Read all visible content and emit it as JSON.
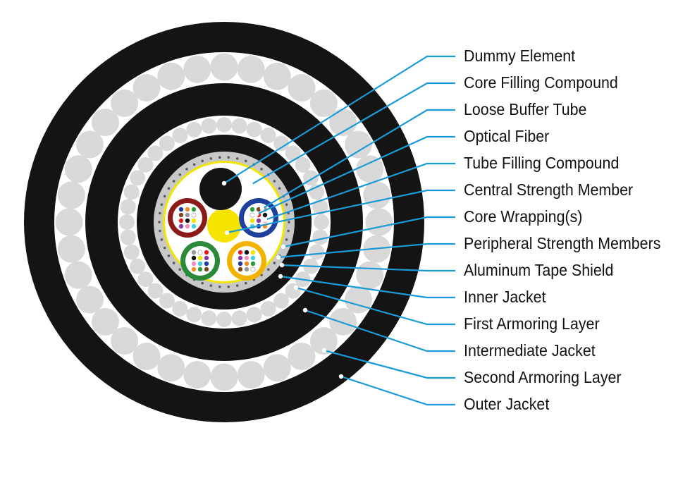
{
  "labels": [
    "Dummy Element",
    "Core Filling Compound",
    "Loose Buffer Tube",
    "Optical Fiber",
    "Tube Filling Compound",
    "Central Strength Member",
    "Core Wrapping(s)",
    "Peripheral Strength Members",
    "Aluminum Tape Shield",
    "Inner Jacket",
    "First Armoring Layer",
    "Intermediate Jacket",
    "Second Armoring Layer",
    "Outer Jacket"
  ],
  "colors": {
    "leader": "#1a9ad6",
    "jacket": "#141414",
    "armor_wire": "#d9d9d9",
    "shield": "#c8c8c8",
    "wrapping": "#f2e600",
    "center_member": "#f5e400",
    "tube_colors": [
      "#8b1a1a",
      "#1e3f9a",
      "#2a8a3a",
      "#f2b200"
    ],
    "fiber_colors": [
      "#1e3a9e",
      "#f28c1e",
      "#2a9a3a",
      "#7a4a1e",
      "#999999",
      "#ffffff",
      "#e02020",
      "#111111",
      "#f2e600",
      "#8a3aa0",
      "#f090c0",
      "#40d0e0"
    ]
  },
  "icons": {
    "cross_section": "cable-cross-section-icon"
  }
}
